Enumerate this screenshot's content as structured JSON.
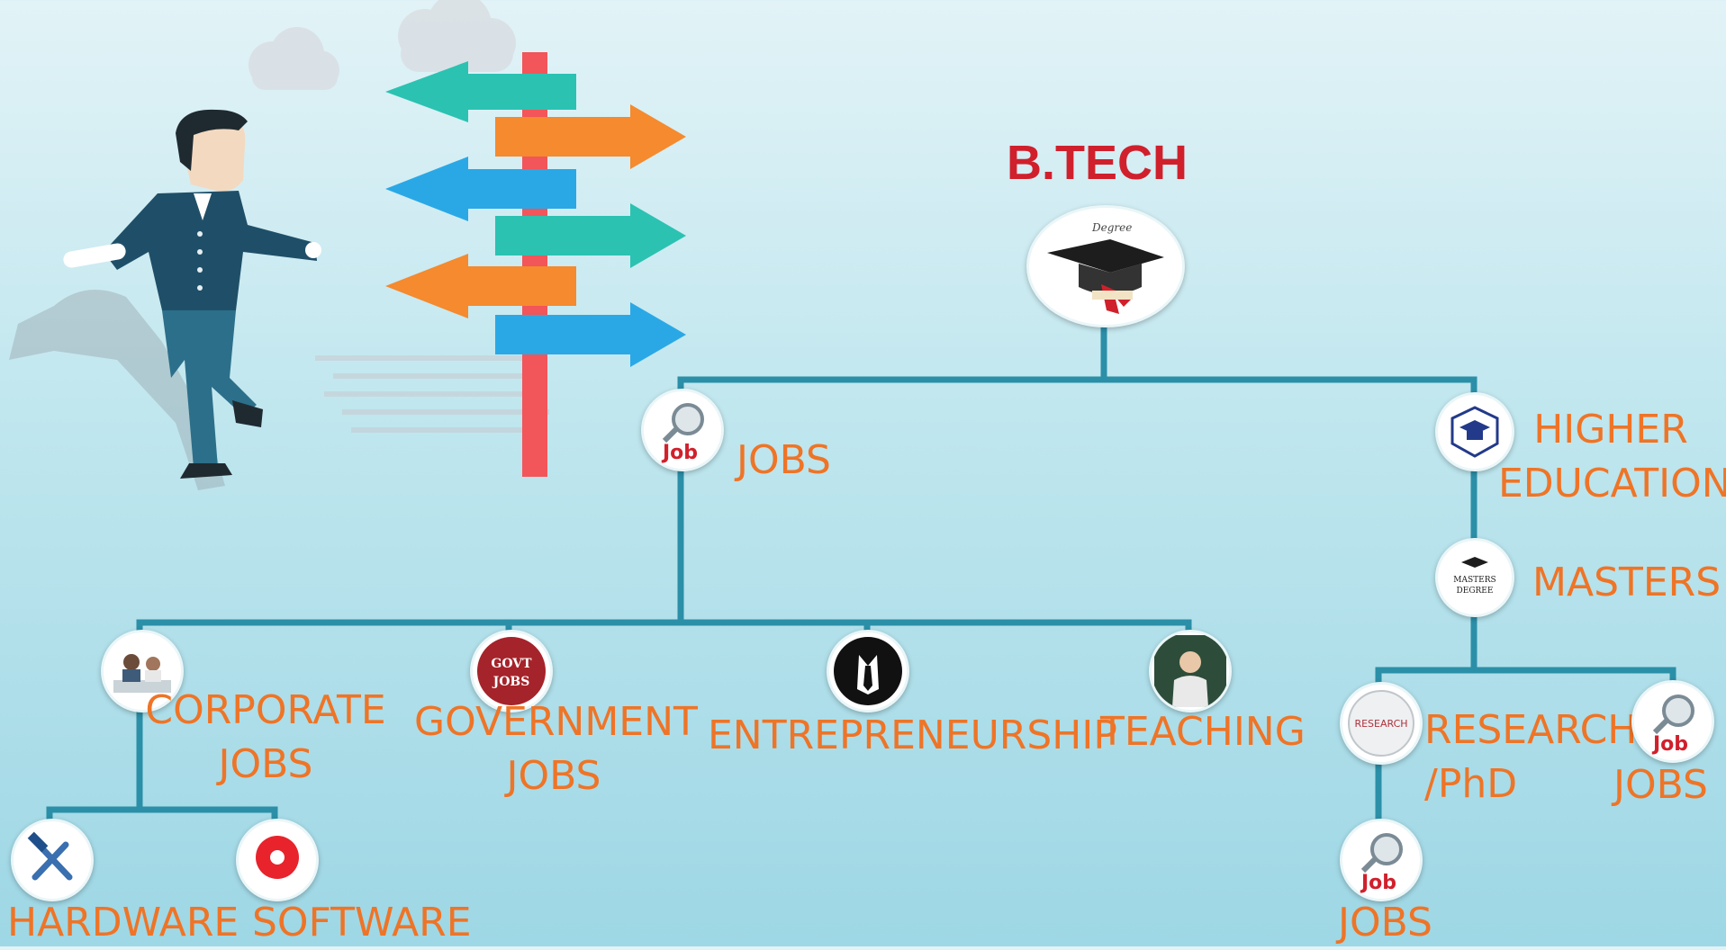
{
  "diagram": {
    "root": {
      "label": "B.TECH"
    },
    "nodes": {
      "jobs": "JOBS",
      "higher_education": [
        "HIGHER",
        "EDUCATION"
      ],
      "masters": "MASTERS",
      "corporate_jobs": [
        "CORPORATE",
        "JOBS"
      ],
      "government_jobs": [
        "GOVERNMENT",
        "JOBS"
      ],
      "entrepreneurship": "ENTREPRENEURSHIP",
      "teaching": "TEACHING",
      "research_phd": [
        "RESEARCH",
        "/PhD"
      ],
      "masters_jobs": "JOBS",
      "research_jobs": "JOBS",
      "hardware": "HARDWARE",
      "software": "SOFTWARE"
    },
    "icon_text": {
      "degree": "Degree",
      "govt": [
        "GOVT",
        "JOBS"
      ],
      "masters_badge": [
        "MASTERS",
        "DEGREE"
      ],
      "job": "Job",
      "research": "RESEARCH"
    },
    "colors": {
      "connector": "#2b8fa8",
      "label": "#ef7426",
      "title": "#d0202c"
    }
  }
}
